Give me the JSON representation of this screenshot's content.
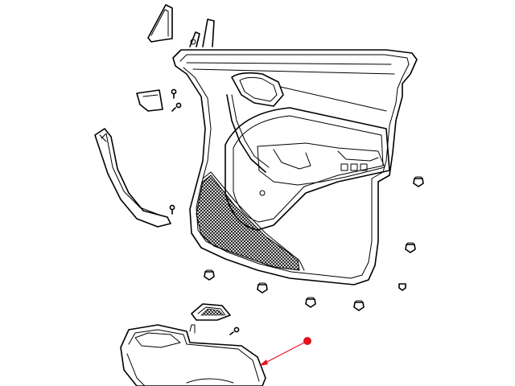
{
  "diagram": {
    "highlight_color": "#e3131b",
    "line_color": "#000000",
    "background": "#ffffff",
    "parts": [
      {
        "name": "mirror-sail-cover"
      },
      {
        "name": "door-trim-panel"
      },
      {
        "name": "speaker-grille"
      },
      {
        "name": "interior-door-handle-bezel"
      },
      {
        "name": "upper-trim-insert"
      },
      {
        "name": "pull-handle-trim"
      },
      {
        "name": "switch-bezel"
      },
      {
        "name": "armrest-assembly"
      },
      {
        "name": "push-pin-fasteners"
      },
      {
        "name": "screws"
      }
    ]
  }
}
